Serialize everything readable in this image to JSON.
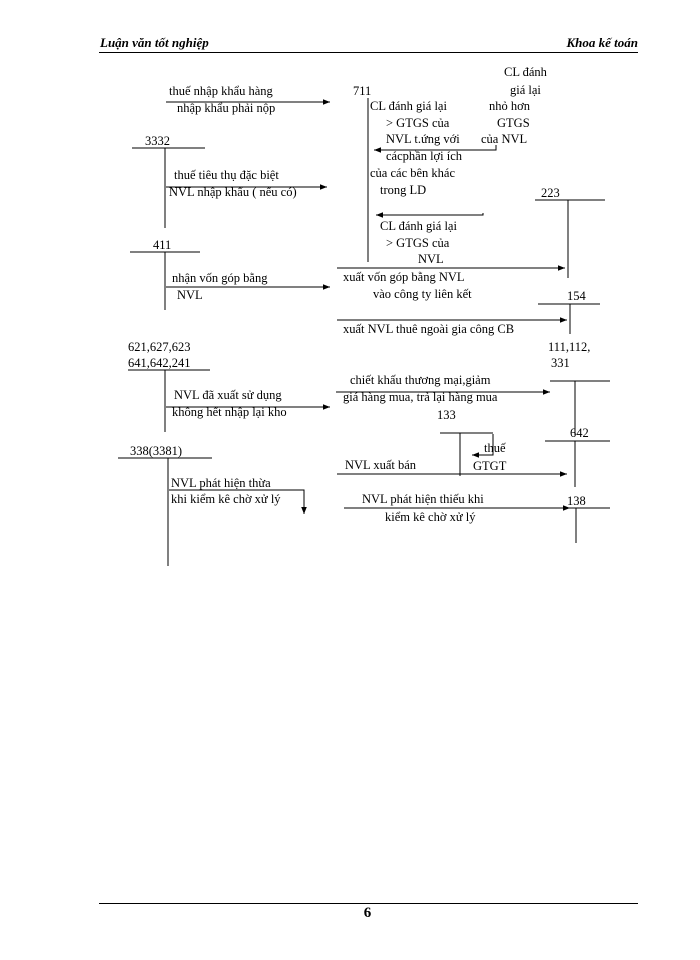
{
  "header": {
    "left": "Luận văn tốt nghiệp",
    "right": "Khoa kế toán"
  },
  "footer": {
    "page_number": "6"
  },
  "diagram": {
    "accounts": {
      "a3332": "3332",
      "a411": "411",
      "a621": "621,627,623",
      "a641": "641,642,241",
      "a338": "338(3381)",
      "a711": "711",
      "a223": "223",
      "a154": "154",
      "a111": "111,112,",
      "a331": "331",
      "a133": "133",
      "a642": "642",
      "a138": "138"
    },
    "labels": {
      "import_tax_1": "thuế nhập khẩu hàng",
      "import_tax_2": "nhập khẩu phải nộp",
      "excise_1": "thuế tiêu thụ đặc biệt",
      "excise_2": "NVL nhập khẩu ( nếu có)",
      "capital_1": "nhận vốn góp bằng",
      "capital_2": "NVL",
      "returned_1": "NVL đã xuất   sử dụng",
      "returned_2": "không hết nhập lại kho",
      "surplus_1": "NVL phát  hiện thừa",
      "surplus_2": "khi kiểm kê chờ xử lý",
      "cl_lower_1": "CL đánh",
      "cl_lower_2": "giá lại",
      "cl_lower_3": "nhỏ hơn",
      "cl_lower_4": "GTGS",
      "cl_lower_5": "của NVL",
      "cl_higher_1": "CL đánh  giá lại",
      "cl_higher_2": "> GTGS của",
      "cl_higher_3": "NVL t.ứng với",
      "cl_higher_4": "cácphần  lợi ích",
      "cl_higher_5": "của các bên khác",
      "cl_higher_6": "trong LD",
      "cl_b_1": "CL đánh  giá lại",
      "cl_b_2": "> GTGS  của",
      "cl_b_3": "NVL",
      "contribute_1": "xuất vốn góp bằng NVL",
      "contribute_2": "vào   công ty liên kết",
      "outsource": "xuất NVL thuê ngoài gia công CB",
      "discount_1": "chiết khấu thương mại,giảm",
      "discount_2": "giá hàng mua, trả lại hàng mua",
      "vat_1": "thuế",
      "vat_2": "GTGT",
      "sold": "NVL xuất bán",
      "shortage_1": "NVL phát  hiện thiếu khi",
      "shortage_2": "kiểm kê chờ xử lý"
    }
  }
}
